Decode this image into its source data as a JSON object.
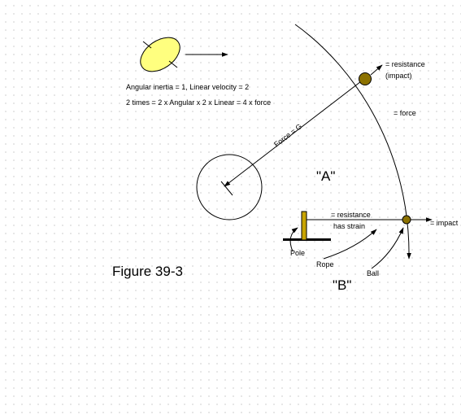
{
  "diagram": {
    "figure_caption": "Figure 39-3",
    "label_a": "\"A\"",
    "label_b": "\"B\"",
    "inertia_line": "Angular inertia = 1, Linear velocity = 2",
    "times_line": "2 times = 2 x Angular x 2 x Linear = 4 x force",
    "force_g": "Force = G",
    "resistance_impact_line1": "= resistance",
    "resistance_impact_line2": "(impact)",
    "force_right": "= force",
    "rope_resistance_line1": "= resistance",
    "rope_resistance_line2": "has strain",
    "impact_right": "= impact",
    "pole_label": "Pole",
    "rope_label": "Rope",
    "ball_label": "Ball",
    "colors": {
      "disc_fill": "#ffff7f",
      "ball_fill": "#8c7200",
      "pole_fill": "#c8a400",
      "line": "#000000"
    }
  }
}
